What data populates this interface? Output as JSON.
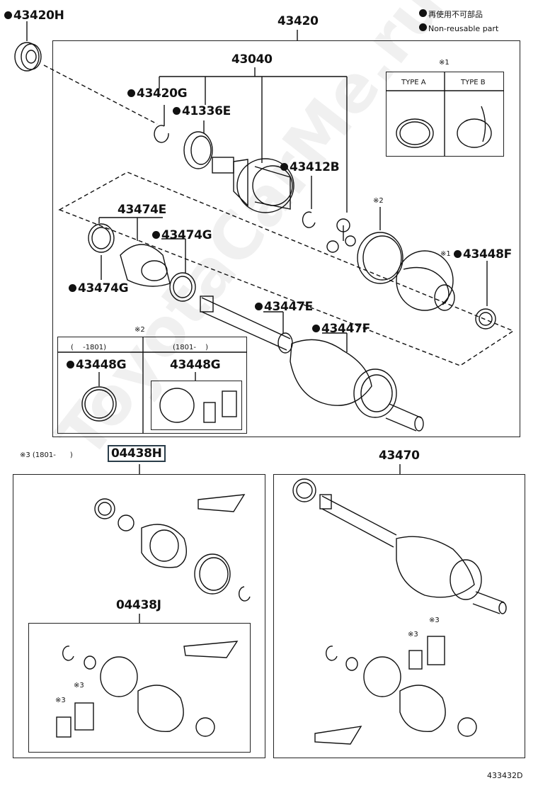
{
  "legend": {
    "line1": "再使用不可部品",
    "line2": "Non-reusable part"
  },
  "labels": {
    "p43420H": "43420H",
    "p43420": "43420",
    "p43040": "43040",
    "p43420G": "43420G",
    "p41336E": "41336E",
    "p43412B": "43412B",
    "p43474E": "43474E",
    "p43474G_a": "43474G",
    "p43474G_b": "43474G",
    "p43448F": "43448F",
    "p43447E": "43447E",
    "p43447F": "43447F",
    "p43448G_a": "43448G",
    "p43448G_b": "43448G",
    "p04438H": "04438H",
    "p04438J": "04438J",
    "p43470": "43470"
  },
  "notes": {
    "note1": "※1",
    "note1b": "※1",
    "type_a": "TYPE A",
    "type_b": "TYPE B",
    "note2": "※2",
    "note2b": "※2",
    "range_a": "(　 -1801)",
    "range_b": "(1801-　 )",
    "note3_header": "※3 (1801-　　)",
    "mark3a": "※3",
    "mark3b": "※3",
    "mark3c": "※3",
    "mark3d": "※3"
  },
  "watermark": "ToyotaCarMe.ru",
  "figure_code": "433432D"
}
